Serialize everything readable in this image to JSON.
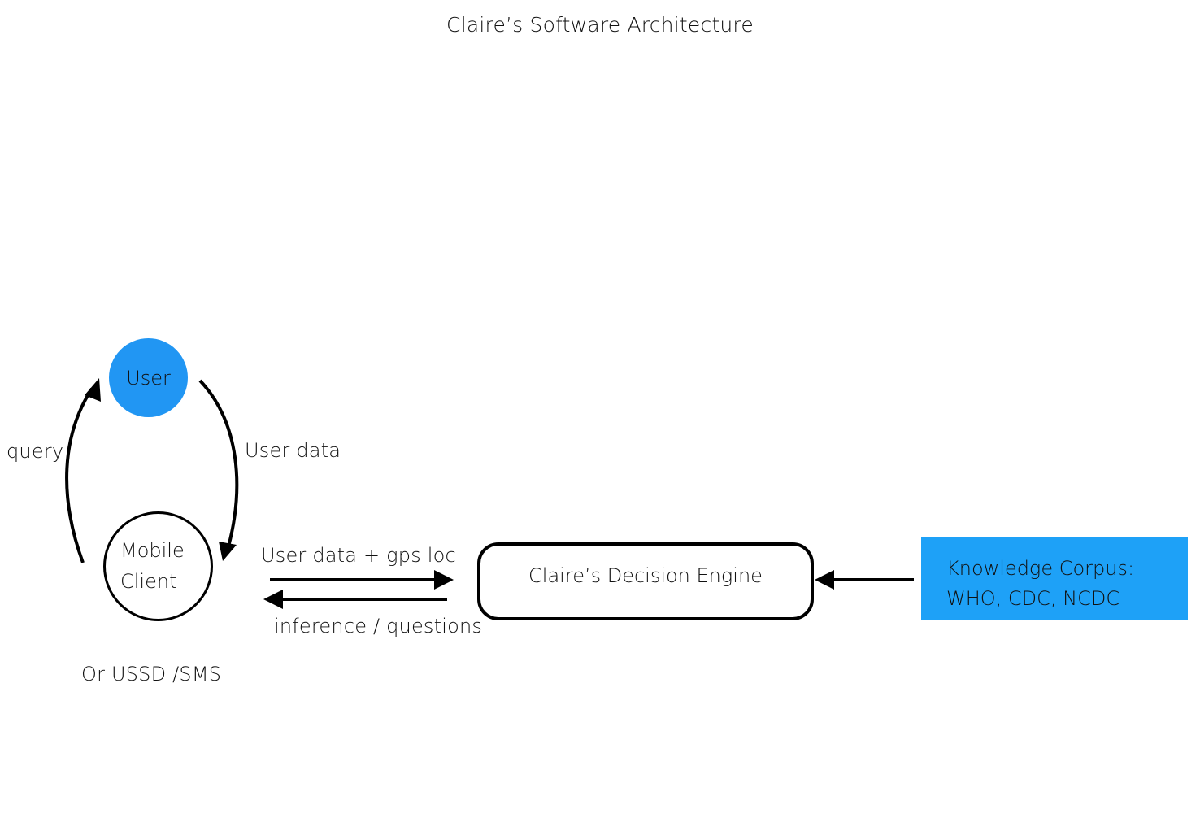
{
  "diagram": {
    "title": "Claire’s Software Architecture",
    "nodes": {
      "user": {
        "label": "User",
        "color": "#2196F3"
      },
      "mobile_client": {
        "line1": "Mobile",
        "line2": "Client"
      },
      "decision_engine": {
        "label": "Claire’s Decision Engine"
      },
      "knowledge_corpus": {
        "line1": "Knowledge Corpus:",
        "line2": "WHO, CDC, NCDC",
        "color": "#1EA1F7"
      }
    },
    "edges": {
      "query": "query",
      "user_data": "User data",
      "to_engine": "User data + gps loc",
      "from_engine": "inference / questions"
    },
    "notes": {
      "alt_channel": "Or USSD /SMS"
    }
  }
}
